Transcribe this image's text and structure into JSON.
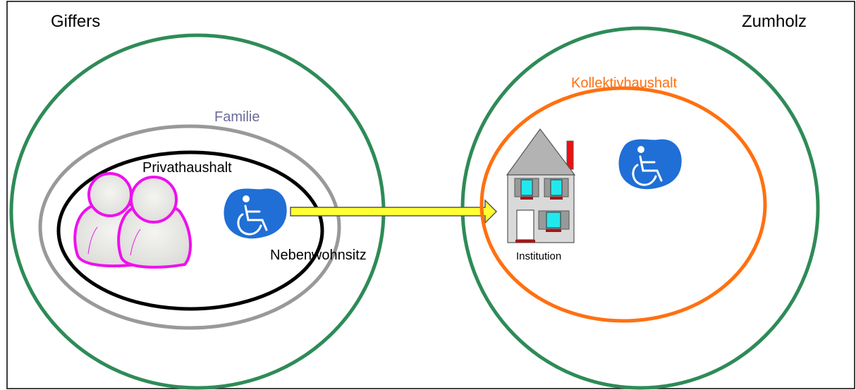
{
  "places": {
    "left": "Giffers",
    "right": "Zumholz"
  },
  "labels": {
    "family": "Familie",
    "private_household": "Privathaushalt",
    "secondary_residence": "Nebenwohnsitz",
    "collective_household": "Kollektivhaushalt",
    "institution": "Institution"
  },
  "colors": {
    "municipality_circle": "#2e8b57",
    "family_ring": "#999999",
    "family_label": "#6b6b9a",
    "private_household_ring": "#000000",
    "collective_household_ring": "#ff7010",
    "persons_outline": "#ee10ee",
    "persons_fill": "#eeeeea",
    "wheelchair_blob": "#1f6fd6",
    "arrow_fill": "#ffff33",
    "house_wall": "#d9d9d9",
    "house_roof": "#b3b3b3",
    "house_chimney": "#ee1010",
    "house_windows": "#22e8ee"
  },
  "icons": {
    "persons": "persons-icon",
    "wheelchair": "wheelchair-icon",
    "house": "house-icon",
    "arrow": "arrow-right-icon"
  }
}
